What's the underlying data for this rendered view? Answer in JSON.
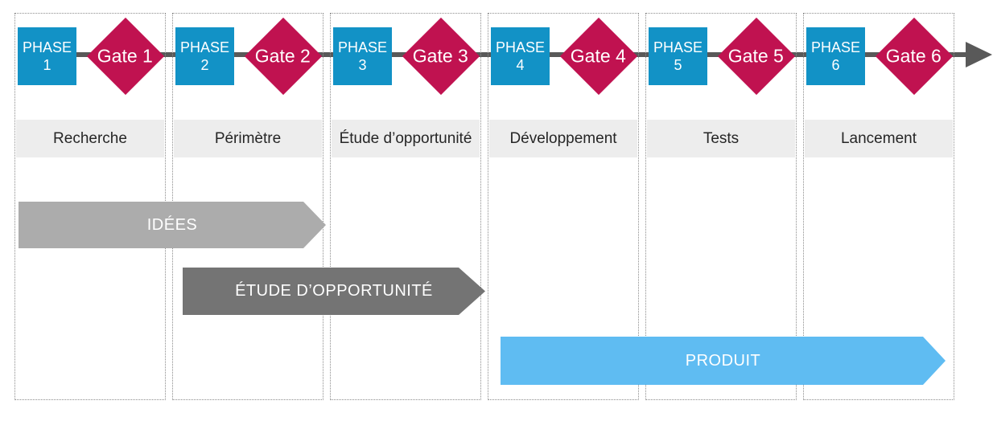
{
  "diagram": {
    "type": "phase-gate-process",
    "columns": [
      {
        "phase_word": "PHASE",
        "phase_number": "1",
        "gate_label": "Gate 1",
        "stage_label": "Recherche"
      },
      {
        "phase_word": "PHASE",
        "phase_number": "2",
        "gate_label": "Gate 2",
        "stage_label": "Périmètre"
      },
      {
        "phase_word": "PHASE",
        "phase_number": "3",
        "gate_label": "Gate 3",
        "stage_label": "Étude d’opportunité"
      },
      {
        "phase_word": "PHASE",
        "phase_number": "4",
        "gate_label": "Gate 4",
        "stage_label": "Développement"
      },
      {
        "phase_word": "PHASE",
        "phase_number": "5",
        "gate_label": "Gate 5",
        "stage_label": "Tests"
      },
      {
        "phase_word": "PHASE",
        "phase_number": "6",
        "gate_label": "Gate 6",
        "stage_label": "Lancement"
      }
    ],
    "flow_arrows": [
      {
        "label": "IDÉES",
        "color": "#ACACAC"
      },
      {
        "label": "ÉTUDE D’OPPORTUNITÉ",
        "color": "#747474"
      },
      {
        "label": "PRODUIT",
        "color": "#5FBCF2"
      }
    ],
    "colors": {
      "phase_box": "#1292C6",
      "gate_diamond": "#C01250",
      "timeline": "#595959",
      "stage_band": "#EDEDED",
      "stage_text": "#262626"
    }
  }
}
